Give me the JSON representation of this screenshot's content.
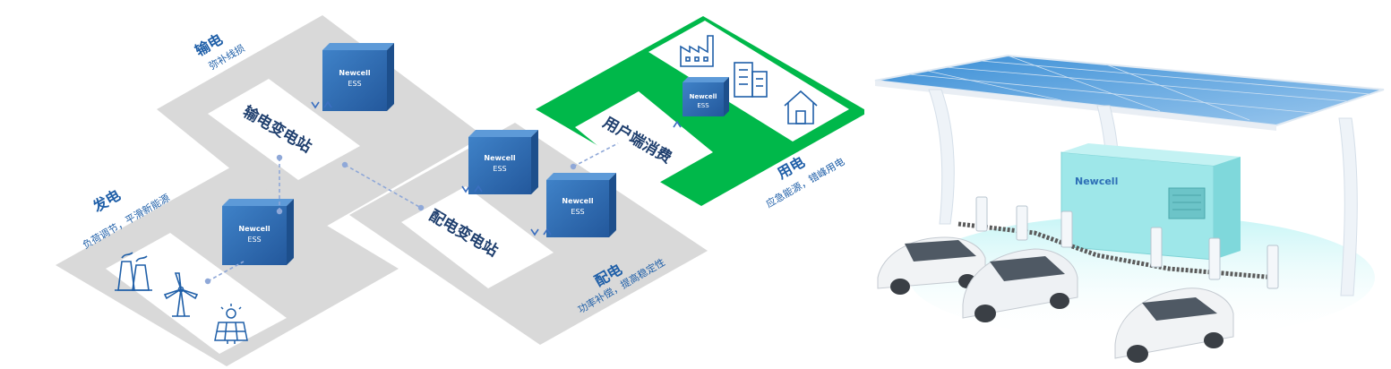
{
  "colors": {
    "tile_grey": "#d9d9d9",
    "inner_white": "#ffffff",
    "accent_green": "#00b84a",
    "ess_blue": "#2e6fb6",
    "ess_blue_dark": "#1d4f8c",
    "label_blue": "#1f5fa8",
    "connector": "#8fa8d8",
    "station_teal": "#9ee7e9"
  },
  "ess": {
    "brand": "Newcell",
    "model": "ESS"
  },
  "segments": {
    "transmission": {
      "title": "输电",
      "subtitle": "弥补线损",
      "substation": "输电变电站"
    },
    "generation": {
      "title": "发电",
      "subtitle": "负荷调节，平滑新能源"
    },
    "distribution": {
      "title": "配电",
      "subtitle": "功率补偿，提高稳定性",
      "substation": "配电变电站"
    },
    "consumption": {
      "title": "用电",
      "subtitle": "应急能源，错峰用电",
      "consumer": "用户端消费"
    }
  },
  "icons": {
    "generation": [
      "power-plant-icon",
      "wind-turbine-icon",
      "solar-panel-icon"
    ],
    "consumption": [
      "factory-icon",
      "office-building-icon",
      "house-icon"
    ],
    "flow": "bidirectional-arrows-icon"
  },
  "station": {
    "container_brand": "Newcell"
  }
}
